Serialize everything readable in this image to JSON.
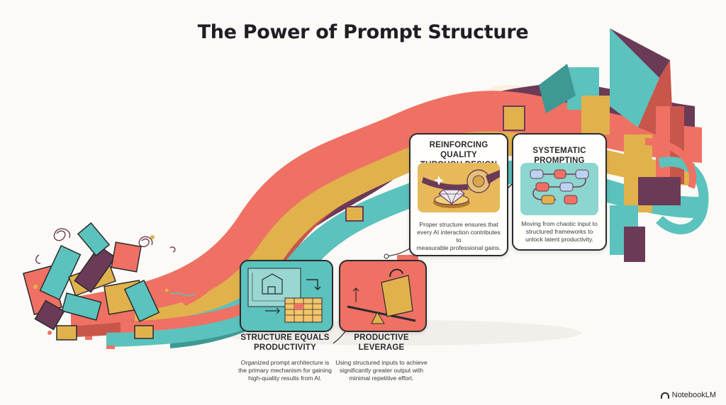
{
  "title": "The Power of Prompt Structure",
  "cards": [
    {
      "id": "structure",
      "heading": [
        "STRUCTURE EQUALS",
        "PRODUCTIVITY"
      ],
      "description": [
        "Organized prompt architecture is",
        "the primary mechanism for gaining",
        "high-quality results from AI."
      ],
      "icon": "blueprint-spreadsheet-icon"
    },
    {
      "id": "leverage",
      "heading": [
        "PRODUCTIVE",
        "LEVERAGE"
      ],
      "description": [
        "Using structured inputs to achieve",
        "significantly greater output with",
        "minimal repetitive effort."
      ],
      "icon": "lever-weight-icon"
    },
    {
      "id": "quality",
      "heading": [
        "REINFORCING QUALITY",
        "THROUGH DESIGN"
      ],
      "description": [
        "Proper structure ensures that",
        "every AI interaction contributes to",
        "measurable professional gains."
      ],
      "icon": "diamond-polishing-icon"
    },
    {
      "id": "systematic",
      "heading": [
        "SYSTEMATIC",
        "PROMPTING"
      ],
      "description": [
        "Moving from chaotic input to",
        "structured frameworks to",
        "unlock latent productivity."
      ],
      "icon": "flowchart-icon"
    }
  ],
  "brand": "NotebookLM",
  "colors": {
    "coral": "#ef7163",
    "teal": "#5cc2bd",
    "gold": "#d9aa45",
    "plum": "#6b3a56",
    "ink": "#2a2a2e"
  }
}
